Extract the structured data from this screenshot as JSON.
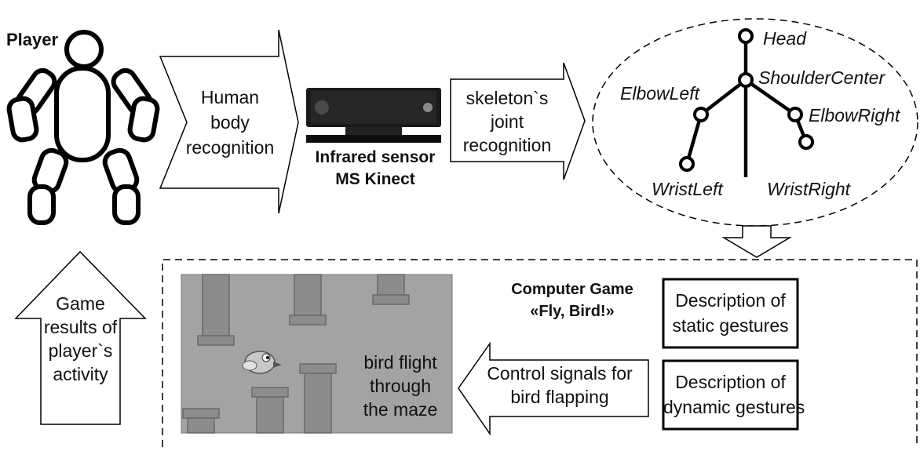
{
  "player": {
    "label": "Player"
  },
  "arrows": {
    "human_body": [
      "Human",
      "body",
      "recognition"
    ],
    "skeleton_joint": [
      "skeleton`s",
      "joint",
      "recognition"
    ],
    "control_signals": [
      "Control signals for",
      "bird flapping"
    ],
    "game_results": [
      "Game",
      "results of",
      "player`s",
      "activity"
    ]
  },
  "sensor": {
    "caption_line1": "Infrared sensor",
    "caption_line2": "MS Kinect"
  },
  "skeleton": {
    "head": "Head",
    "shoulder_center": "ShoulderCenter",
    "elbow_left": "ElbowLeft",
    "elbow_right": "ElbowRight",
    "wrist_left": "WristLeft",
    "wrist_right": "WristRight"
  },
  "game": {
    "title_line1": "Computer Game",
    "title_line2": "«Fly, Bird!»",
    "scene_text": [
      "bird flight",
      "through",
      "the maze"
    ]
  },
  "gestures": {
    "static": [
      "Description of",
      "static gestures"
    ],
    "dynamic": [
      "Description of",
      "dynamic gestures"
    ]
  }
}
